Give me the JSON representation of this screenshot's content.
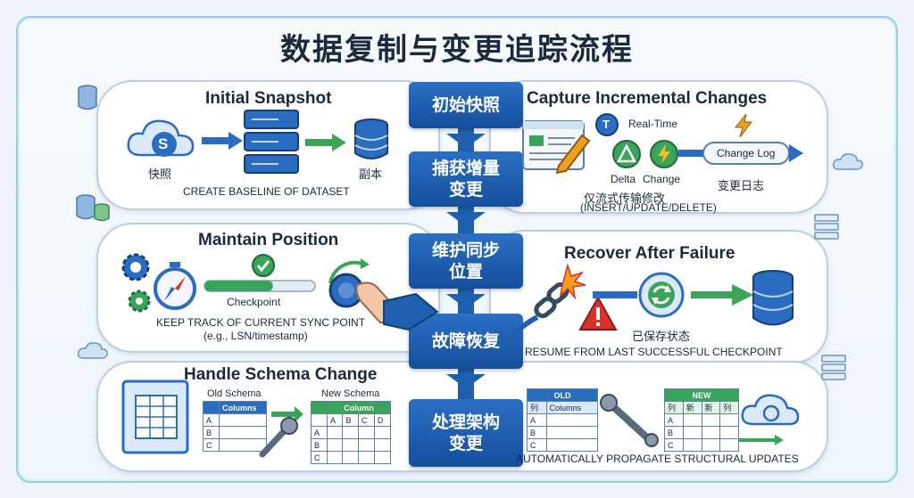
{
  "title": "数据复制与变更追踪流程",
  "steps": [
    {
      "line1": "初始快照",
      "line2": ""
    },
    {
      "line1": "捕获增量",
      "line2": "变更"
    },
    {
      "line1": "维护同步",
      "line2": "位置"
    },
    {
      "line1": "故障恢复",
      "line2": ""
    },
    {
      "line1": "处理架构",
      "line2": "变更"
    }
  ],
  "snapshot": {
    "title": "Initial Snapshot",
    "source_badge": "S",
    "source_label": "快照",
    "replica_label": "副本",
    "caption": "CREATE BASELINE OF DATASET"
  },
  "capture": {
    "title": "Capture Incremental Changes",
    "t_badge": "T",
    "realtime": "Real-Time",
    "delta": "Delta",
    "change": "Change",
    "change_log": "Change Log",
    "changelog_cn": "变更日志",
    "caption_cn": "仅流式传输修改",
    "caption_en": "(INSERT/UPDATE/DELETE)"
  },
  "position": {
    "title": "Maintain Position",
    "checkpoint": "Checkpoint",
    "checkpoint_fill": 0.62,
    "caption1": "KEEP TRACK OF CURRENT SYNC POINT",
    "caption2": "(e.g., LSN/timestamp)"
  },
  "recover": {
    "title": "Recover After Failure",
    "saved_state": "已保存状态",
    "caption": "RESUME FROM LAST SUCCESSFUL CHECKPOINT"
  },
  "schema": {
    "title": "Handle Schema Change",
    "old_schema": "Old Schema",
    "new_schema": "New Schema",
    "old_header": "Columns",
    "new_header": "Column",
    "old_rows": [
      "A",
      "B",
      "C"
    ],
    "new_cols": [
      "A",
      "B",
      "C",
      "D"
    ],
    "right_old_label": "OLD",
    "right_old_cols": [
      "列",
      "Columns"
    ],
    "right_new_label": "NEW",
    "right_new_cols": [
      "列",
      "新",
      "新",
      "列"
    ],
    "right_rows": [
      "A",
      "B",
      "C"
    ],
    "caption": "AUTOMATICALLY PROPAGATE STRUCTURAL UPDATES"
  },
  "colors": {
    "step_blue": "#1f5fb0",
    "arrow_blue": "#2a6cc0",
    "arrow_green": "#3aa45a",
    "alert_red": "#d9302c",
    "accent_orange": "#f0a020"
  }
}
